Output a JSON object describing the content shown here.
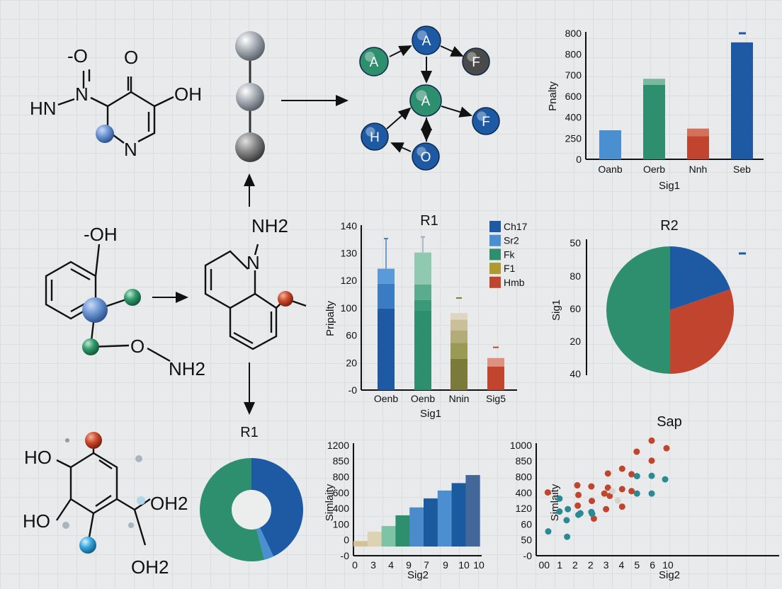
{
  "colors": {
    "blue": "#1d5aa3",
    "lightblue": "#4a8fd0",
    "green": "#2e8f6e",
    "red": "#c0442e",
    "grey": "#5c5c5c",
    "olive": "#7a7a3a"
  },
  "molecule_top_left": {
    "labels": [
      "-O",
      "O",
      "HN",
      "N",
      "OH",
      "N"
    ]
  },
  "molecule_mid_left": {
    "labels": [
      "-OH",
      "O",
      "NH2"
    ]
  },
  "molecule_mid": {
    "labels": [
      "NH2",
      "N"
    ]
  },
  "molecule_bottom_left": {
    "labels": [
      "HO",
      "HO",
      "OH2",
      "OH2"
    ]
  },
  "network": {
    "nodes": [
      {
        "label": "A",
        "color": "#2e8f6e"
      },
      {
        "label": "A",
        "color": "#1d5aa3"
      },
      {
        "label": "F",
        "color": "#4a4a4a"
      },
      {
        "label": "A",
        "color": "#2e8f6e"
      },
      {
        "label": "F",
        "color": "#1d5aa3"
      },
      {
        "label": "H",
        "color": "#1d5aa3"
      },
      {
        "label": "O",
        "color": "#1d5aa3"
      }
    ]
  },
  "chart_data": [
    {
      "type": "bar",
      "id": "top-right-bar",
      "xlabel": "Sig1",
      "ylabel": "Pnalty",
      "y_ticks": [
        "0",
        "250",
        "400",
        "600",
        "700",
        "800",
        "800"
      ],
      "categories": [
        "Oanb",
        "Oerb",
        "Nnh",
        "Seb"
      ],
      "values_tick_position": [
        1.38,
        3.54,
        1.1,
        5.56
      ],
      "caps_tick_position": [
        null,
        3.83,
        1.46,
        null
      ],
      "bar_colors": [
        "#4a8fd0",
        "#2e8f6e",
        "#c0442e",
        "#1d5aa3"
      ],
      "cap_colors": [
        null,
        "#7ab8a0",
        "#d5705a",
        null
      ],
      "legend": "dash top-right"
    },
    {
      "type": "bar",
      "id": "r1-stacked-bar",
      "title": "R1",
      "xlabel": "Sig1",
      "ylabel": "Pripalty",
      "y_ticks": [
        "-0",
        "20",
        "60",
        "100",
        "120",
        "130",
        "140"
      ],
      "categories": [
        "Oenb",
        "Oenb",
        "Nnin",
        "Sig5"
      ],
      "stacks_tick_position": [
        [
          2.98,
          3.88,
          4.43
        ],
        [
          2.91,
          3.29,
          3.85,
          5.02
        ],
        [
          1.14,
          1.72,
          2.18,
          2.57,
          2.81
        ],
        [
          0.86,
          1.17
        ]
      ],
      "stack_colors": [
        [
          "#1d5aa3",
          "#3a7cc4",
          "#5a9ad8"
        ],
        [
          "#2e8f6e",
          "#3a9a78",
          "#5aad8c",
          "#8ec9b0"
        ],
        [
          "#7a7a3a",
          "#9a9a55",
          "#b3ac78",
          "#c9c09a",
          "#dcd6c3"
        ],
        [
          "#c0442e",
          "#e0907e"
        ]
      ],
      "error_tick_position": [
        5.53,
        5.59,
        3.36,
        1.56
      ],
      "legend": [
        "Ch17",
        "Sr2",
        "Fk",
        "F1",
        "Hmb"
      ],
      "legend_colors": [
        "#1d5aa3",
        "#4a8fd0",
        "#2e8f6e",
        "#b09a30",
        "#c0442e"
      ]
    },
    {
      "type": "pie",
      "id": "r2-pie",
      "title": "R2",
      "ylabel": "Sig1",
      "y_ticks": [
        "50",
        "80",
        "60",
        "20",
        "40"
      ],
      "slices": [
        {
          "value": 19.7,
          "color": "#1d5aa3"
        },
        {
          "value": 30.3,
          "color": "#c0442e"
        },
        {
          "value": 50,
          "color": "#2e8f6e"
        }
      ]
    },
    {
      "type": "pie",
      "id": "r1-donut",
      "title": "R1",
      "slices": [
        {
          "value": 43,
          "color": "#1d5aa3"
        },
        {
          "value": 3,
          "color": "#4a8fd0"
        },
        {
          "value": 54,
          "color": "#2e8f6e"
        }
      ]
    },
    {
      "type": "bar",
      "id": "similarity-bar",
      "xlabel": "Sig2",
      "ylabel": "Simlaity",
      "y_ticks": [
        "-0",
        "0",
        "100",
        "400",
        "600",
        "800",
        "850",
        "1200"
      ],
      "x_ticks": [
        "0",
        "3",
        "4",
        "9",
        "7",
        "9",
        "10",
        "10"
      ],
      "values_tick_position": [
        0.93,
        1.52,
        1.88,
        2.56,
        3.06,
        3.63,
        4.13,
        4.6,
        5.11
      ],
      "bar_colors": [
        "#d3c495",
        "#ddd2b2",
        "#7dc4a6",
        "#2e8f6e",
        "#4b8acb",
        "#1c5aa0",
        "#4b8fd0",
        "#1a5aa0",
        "#44679a"
      ]
    },
    {
      "type": "scatter",
      "id": "sap-scatter",
      "title": "Sap",
      "xlabel": "Sig2",
      "ylabel": "Simlaity",
      "x_ticks": [
        "00",
        "1",
        "2",
        "2",
        "3",
        "4",
        "5",
        "6",
        "10"
      ],
      "y_ticks": [
        "-0",
        "50",
        "60",
        "120",
        "400",
        "800",
        "850",
        "1000"
      ],
      "series": [
        {
          "color": "#c0442e",
          "points_tick_position": [
            [
              0.23,
              4.01
            ],
            [
              2.14,
              4.46
            ],
            [
              2.21,
              3.85
            ],
            [
              2.17,
              3.17
            ],
            [
              3.05,
              4.39
            ],
            [
              3.08,
              3.47
            ],
            [
              3.21,
              2.35
            ],
            [
              3.89,
              3.94
            ],
            [
              4.0,
              2.95
            ],
            [
              4.12,
              5.21
            ],
            [
              4.12,
              4.31
            ],
            [
              4.24,
              3.79
            ],
            [
              5.04,
              5.51
            ],
            [
              5.04,
              4.22
            ],
            [
              5.04,
              3.11
            ],
            [
              5.65,
              5.16
            ],
            [
              5.65,
              4.09
            ],
            [
              5.98,
              6.59
            ],
            [
              6.95,
              7.29
            ],
            [
              6.95,
              6.02
            ],
            [
              7.91,
              6.81
            ]
          ]
        },
        {
          "color": "#2a8a94",
          "points_tick_position": [
            [
              0.26,
              1.54
            ],
            [
              0.99,
              3.62
            ],
            [
              0.99,
              2.8
            ],
            [
              1.45,
              2.25
            ],
            [
              1.48,
              1.2
            ],
            [
              1.53,
              2.95
            ],
            [
              2.21,
              2.59
            ],
            [
              2.34,
              2.69
            ],
            [
              3.05,
              2.77
            ],
            [
              3.1,
              2.66
            ],
            [
              6.0,
              5.04
            ],
            [
              6.0,
              3.94
            ],
            [
              6.95,
              5.06
            ],
            [
              6.95,
              3.94
            ],
            [
              7.82,
              4.84
            ]
          ]
        },
        {
          "color": "#d6d2cc",
          "points_tick_position": [
            [
              4.4,
              4.09
            ],
            [
              4.76,
              3.49
            ]
          ]
        }
      ]
    }
  ]
}
